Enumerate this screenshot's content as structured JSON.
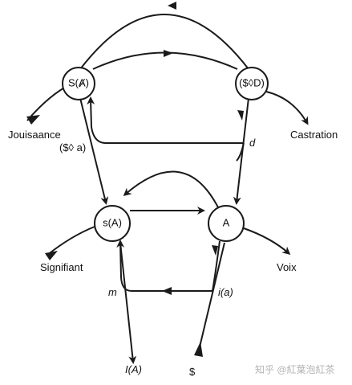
{
  "nodes": {
    "s_barred_a": "S(Ⱥ)",
    "barred_s_punch_d": "($◊D)",
    "s_a": "s(A)",
    "a": "A"
  },
  "labels": {
    "jouissance": "Jouisaance",
    "barred_s_punch_a": "($◊ a)",
    "castration": "Castration",
    "d": "d",
    "signifiant": "Signifiant",
    "voix": "Voix",
    "m": "m",
    "i_a": "i(a)",
    "ideal_a": "I(A)",
    "barred_s": "$"
  },
  "watermark": "知乎 @紅葉泡紅茶",
  "colors": {
    "ink": "#1a1a1a",
    "watermark": "#b5b5b5"
  }
}
